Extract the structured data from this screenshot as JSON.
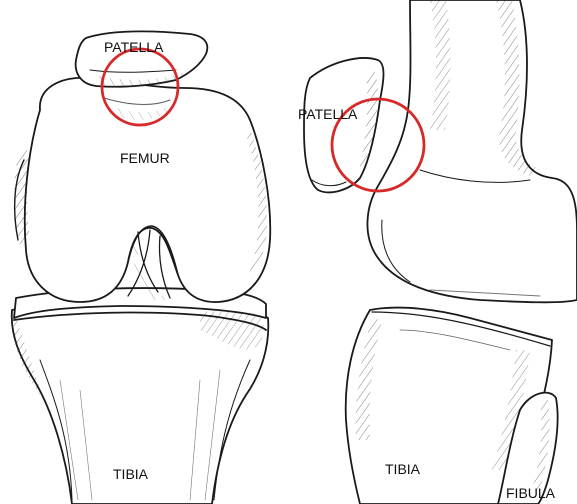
{
  "labels": {
    "front_patella": "PATELLA",
    "femur": "FEMUR",
    "front_tibia": "TIBIA",
    "side_patella": "PATELLA",
    "side_tibia": "TIBIA",
    "fibula": "FIBULA"
  },
  "colors": {
    "ink": "#1a1a1a",
    "highlight_circle": "#d62a2a",
    "background": "#ffffff"
  }
}
